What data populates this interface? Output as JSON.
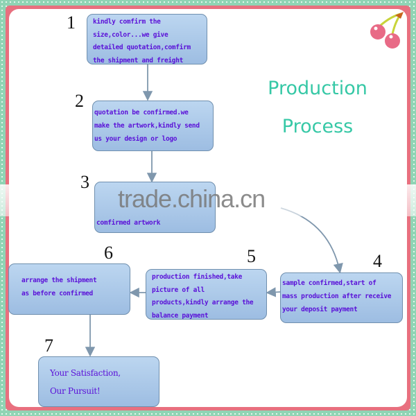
{
  "title": {
    "line1": "Production",
    "line2": "Process"
  },
  "steps": [
    {
      "number": "1",
      "lines": [
        "kindly comfirm the",
        "size,color...we give",
        "detailed quotation,comfirm",
        "the shipment and freight"
      ]
    },
    {
      "number": "2",
      "lines": [
        "quotation be confirmed.we",
        "make the artwork,kindly send",
        "us your design or logo"
      ]
    },
    {
      "number": "3",
      "lines": [
        "comfirmed artwork"
      ]
    },
    {
      "number": "4",
      "lines": [
        "sample confirmed,start of",
        "mass production after receive",
        "your deposit payment"
      ]
    },
    {
      "number": "5",
      "lines": [
        "production finished,take",
        "picture of all",
        "products,kindly arrange the",
        "balance payment"
      ]
    },
    {
      "number": "6",
      "lines": [
        "arrange the shipment",
        "as before confirmed"
      ]
    },
    {
      "number": "7",
      "lines": [
        "Your Satisfaction,",
        "Our Pursuit!"
      ]
    }
  ],
  "watermark": "trade.china.cn",
  "colors": {
    "accent": "#36c8a6",
    "frame": "#e8707f",
    "box_text": "#5a10d8"
  }
}
